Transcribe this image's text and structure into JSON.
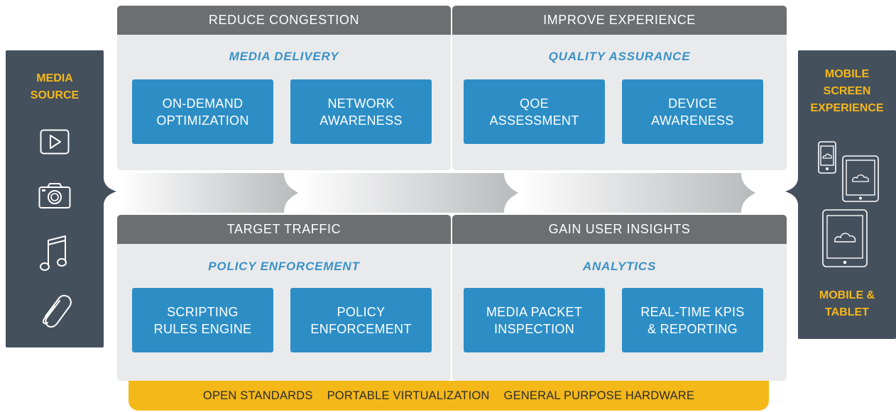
{
  "left_panel": {
    "title": "MEDIA\nSOURCE",
    "icons": [
      "play-icon",
      "camera-icon",
      "music-note-icon",
      "paperclip-icon"
    ]
  },
  "right_panel": {
    "title_top": "MOBILE\nSCREEN\nEXPERIENCE",
    "title_bottom": "MOBILE &\nTABLET",
    "icons": [
      "phone-icon",
      "small-tablet-icon",
      "tablet-icon"
    ]
  },
  "quadrants": {
    "top_left": {
      "header": "REDUCE CONGESTION",
      "section": "MEDIA DELIVERY",
      "boxes": [
        "ON-DEMAND\nOPTIMIZATION",
        "NETWORK\nAWARENESS"
      ]
    },
    "top_right": {
      "header": "IMPROVE EXPERIENCE",
      "section": "QUALITY ASSURANCE",
      "boxes": [
        "QOE\nASSESSMENT",
        "DEVICE\nAWARENESS"
      ]
    },
    "bottom_left": {
      "header": "TARGET TRAFFIC",
      "section": "POLICY ENFORCEMENT",
      "boxes": [
        "SCRIPTING\nRULES ENGINE",
        "POLICY\nENFORCEMENT"
      ]
    },
    "bottom_right": {
      "header": "GAIN USER INSIGHTS",
      "section": "ANALYTICS",
      "boxes": [
        "MEDIA PACKET\nINSPECTION",
        "REAL-TIME KPIS\n& REPORTING"
      ]
    }
  },
  "footer": {
    "items": [
      "OPEN STANDARDS",
      "PORTABLE VIRTUALIZATION",
      "GENERAL PURPOSE HARDWARE"
    ]
  },
  "colors": {
    "side_panel": "#45505d",
    "accent_yellow": "#f5b819",
    "box_blue": "#2d8ec6",
    "section_blue": "#3a91c6",
    "header_gray": "#6d6e70",
    "panel_gray": "#e9eaec"
  }
}
